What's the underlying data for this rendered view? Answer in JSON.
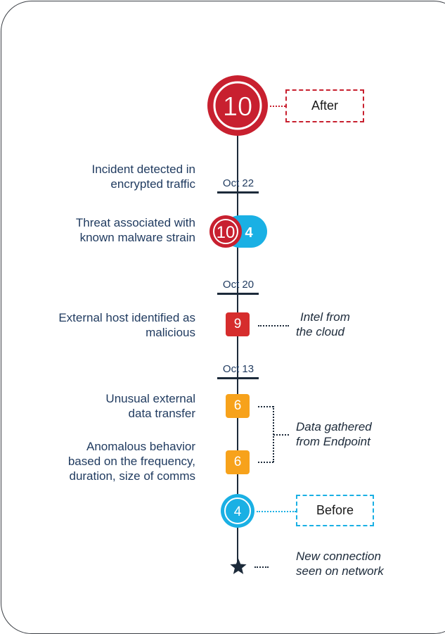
{
  "colors": {
    "red": "#c8202f",
    "cyan": "#1ab0e4",
    "orange": "#f7a21b",
    "navy": "#1c2a3a",
    "text": "#1f3a5f"
  },
  "after": {
    "score": "10",
    "label": "After"
  },
  "before": {
    "score": "4",
    "label": "Before"
  },
  "dates": [
    "Oct 22",
    "Oct 20",
    "Oct 13"
  ],
  "events": [
    {
      "text_line1": "Incident detected in",
      "text_line2": "encrypted traffic"
    },
    {
      "text_line1": "Threat associated with",
      "text_line2": "known malware strain",
      "score_red": "10",
      "score_blue": "4"
    },
    {
      "text_line1": "External host identified as",
      "text_line2": "malicious",
      "score": "9"
    },
    {
      "text_line1": "Unusual external",
      "text_line2": "data transfer",
      "score": "6"
    },
    {
      "text_line1": "Anomalous behavior",
      "text_line2": "based on the frequency,",
      "text_line3": "duration, size of comms",
      "score": "6"
    }
  ],
  "notes": {
    "cloud_line1": "Intel from",
    "cloud_line2": "the cloud",
    "endpoint_line1": "Data gathered",
    "endpoint_line2": "from Endpoint",
    "network_line1": "New connection",
    "network_line2": "seen on network"
  },
  "star_icon": "star-icon"
}
